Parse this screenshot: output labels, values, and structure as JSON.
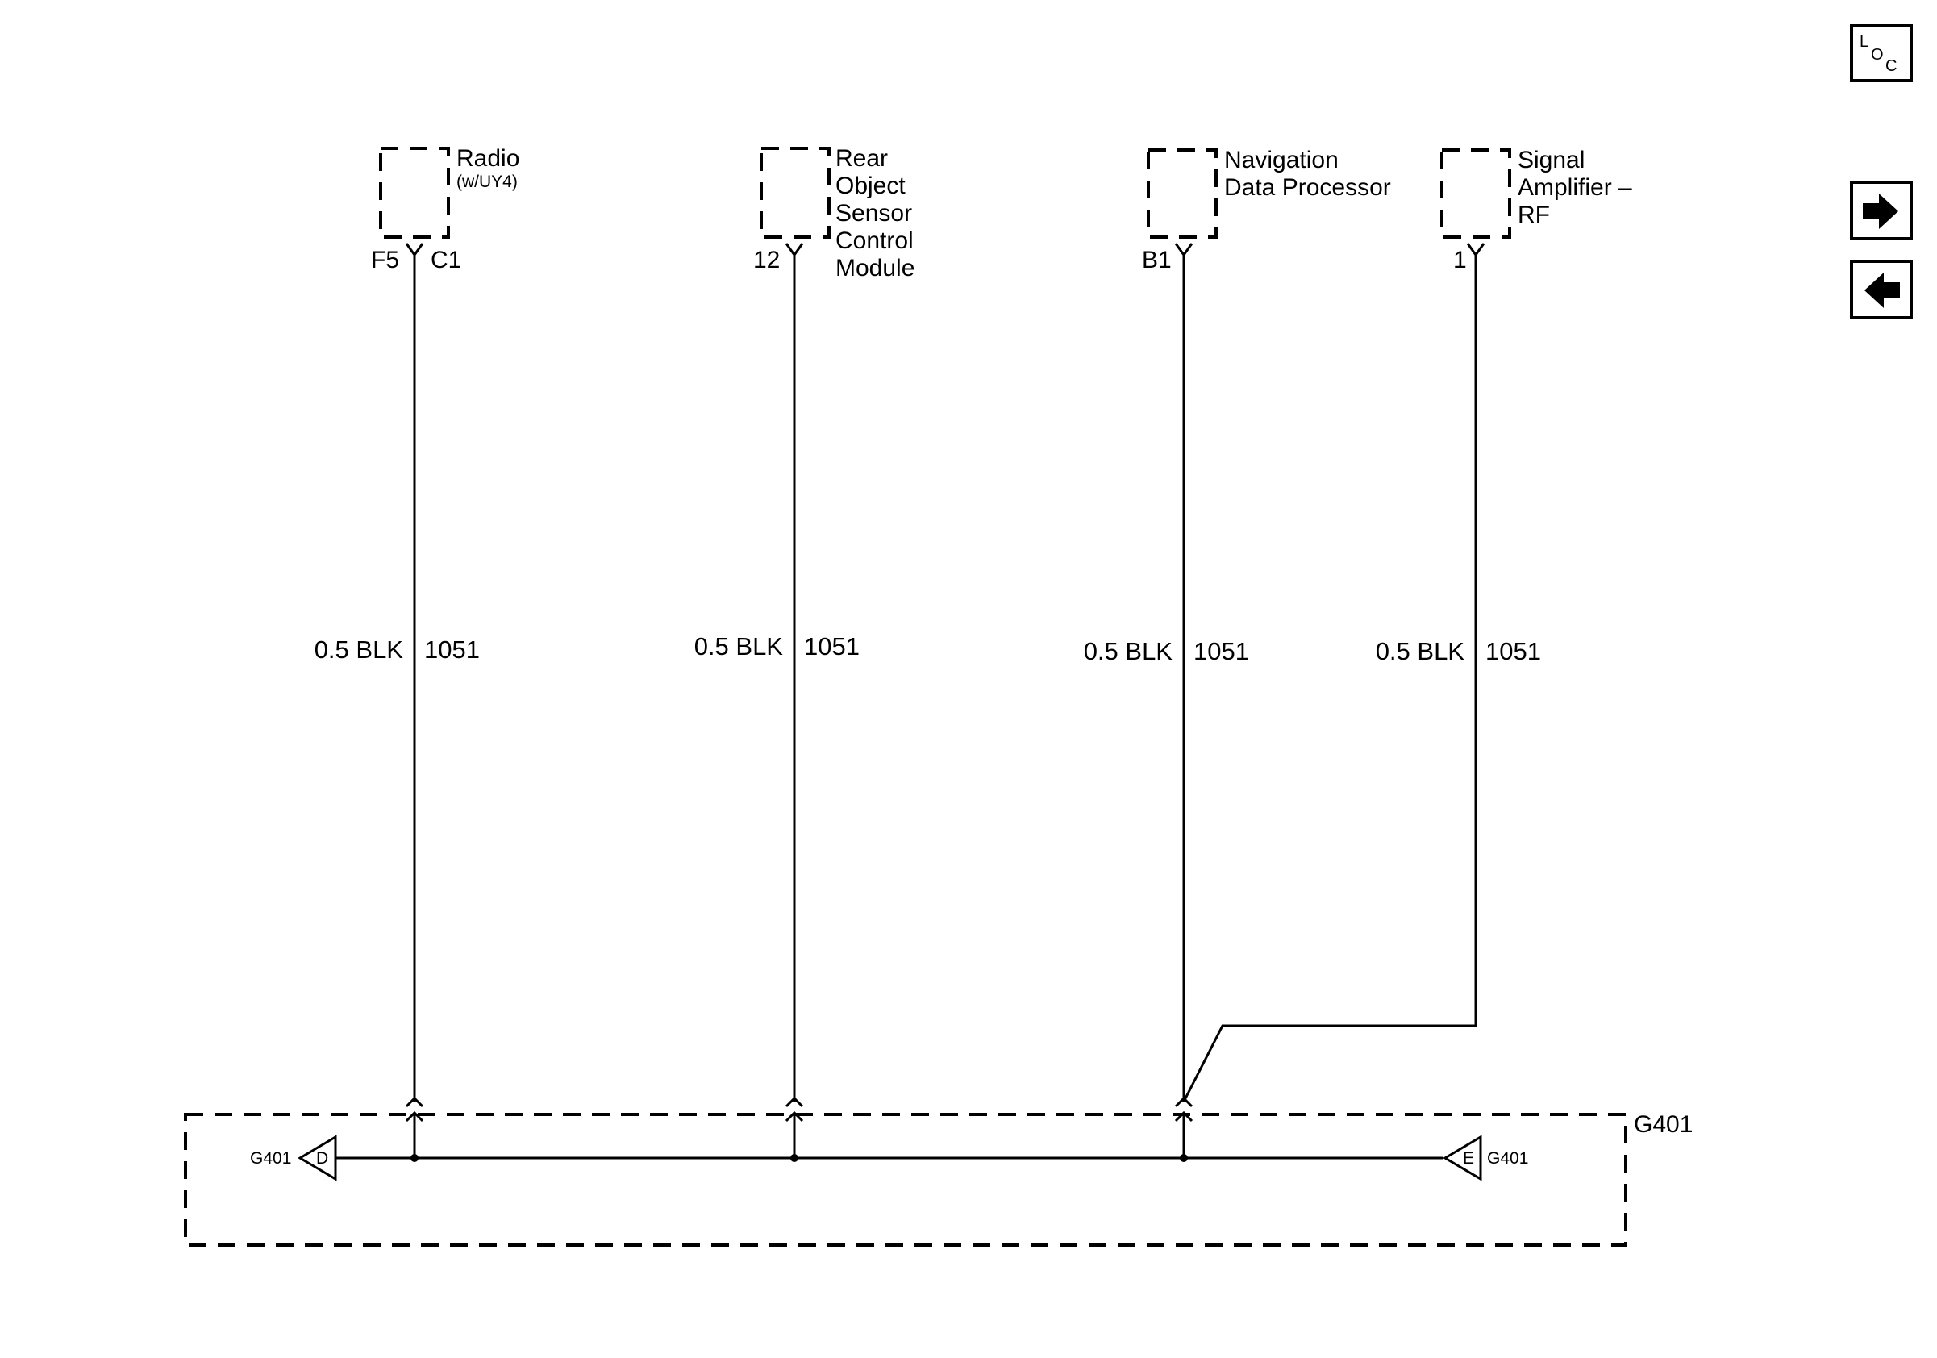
{
  "nav": {
    "loc_top": "L",
    "loc_sub1": "O",
    "loc_sub2": "C",
    "forward_icon": "right-arrow-icon",
    "back_icon": "left-arrow-icon"
  },
  "components": [
    {
      "id": "radio",
      "lines": [
        "Radio"
      ],
      "sub": "(w/UY4)",
      "pins": [
        "F5",
        "C1"
      ]
    },
    {
      "id": "rear-object-sensor",
      "lines": [
        "Rear",
        "Object",
        "Sensor",
        "Control",
        "Module"
      ],
      "pins": [
        "12"
      ]
    },
    {
      "id": "navigation-data-processor",
      "lines": [
        "Navigation",
        "Data Processor"
      ],
      "pins": [
        "B1"
      ]
    },
    {
      "id": "signal-amplifier-rf",
      "lines": [
        "Signal",
        "Amplifier –",
        "RF"
      ],
      "pins": [
        "1"
      ]
    }
  ],
  "wires": [
    {
      "size_color": "0.5 BLK",
      "circuit": "1051"
    },
    {
      "size_color": "0.5 BLK",
      "circuit": "1051"
    },
    {
      "size_color": "0.5 BLK",
      "circuit": "1051"
    },
    {
      "size_color": "0.5 BLK",
      "circuit": "1051"
    }
  ],
  "ground": {
    "label": "G401",
    "left_ref": {
      "name": "G401",
      "letter": "D"
    },
    "right_ref": {
      "name": "G401",
      "letter": "E"
    }
  }
}
